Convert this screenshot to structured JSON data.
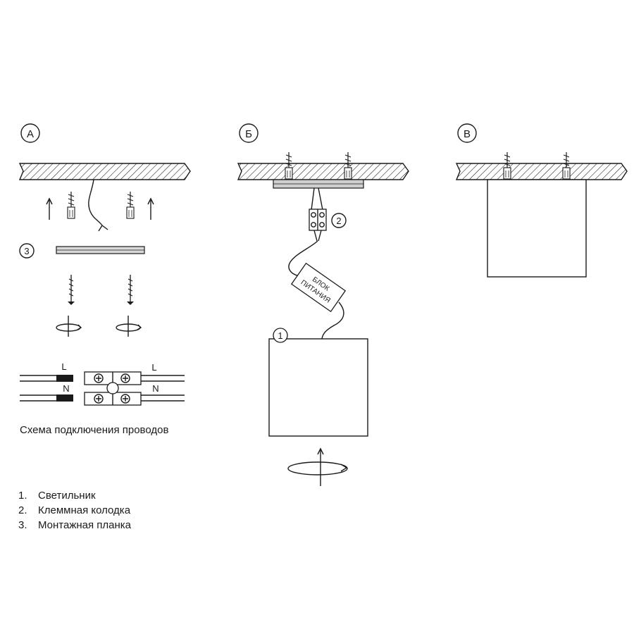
{
  "panels": {
    "a": {
      "letter": "А"
    },
    "b": {
      "letter": "Б"
    },
    "c": {
      "letter": "В"
    }
  },
  "markers": {
    "one": "1",
    "two": "2",
    "three": "3"
  },
  "power_supply_label": {
    "line1": "БЛОК",
    "line2": "ПИТАНИЯ"
  },
  "wiring": {
    "l": "L",
    "n": "N",
    "caption": "Схема подключения проводов"
  },
  "legend": [
    {
      "num": "1.",
      "text": "Светильник"
    },
    {
      "num": "2.",
      "text": "Клеммная колодка"
    },
    {
      "num": "3.",
      "text": "Монтажная планка"
    }
  ]
}
